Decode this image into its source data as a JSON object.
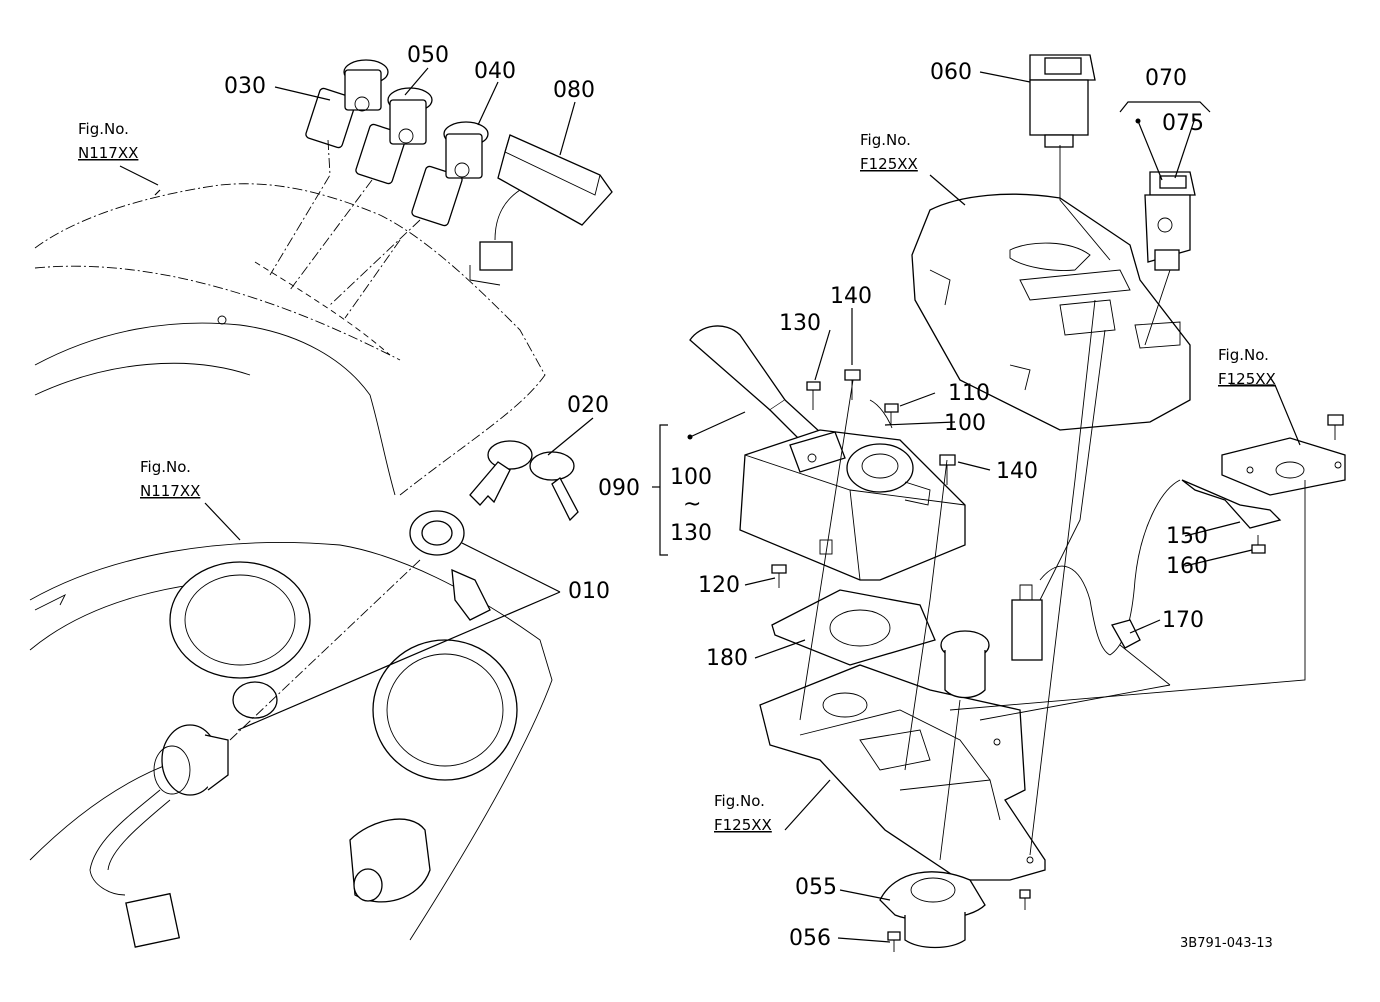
{
  "labels": {
    "p010": "010",
    "p020": "020",
    "p030": "030",
    "p040": "040",
    "p050": "050",
    "p055": "055",
    "p056": "056",
    "p060": "060",
    "p070": "070",
    "p075": "075",
    "p080": "080",
    "p090": "090",
    "p100a": "100",
    "p100b": "100",
    "p110": "110",
    "p120": "120",
    "p130a": "130",
    "p130b": "130",
    "p140a": "140",
    "p140b": "140",
    "p150": "150",
    "p160": "160",
    "p170": "170",
    "p180": "180",
    "tilde": "~"
  },
  "fig_refs": {
    "fig_label": "Fig.No.",
    "n117_top": "N117XX",
    "n117_mid": "N117XX",
    "f125_top": "F125XX",
    "f125_right": "F125XX",
    "f125_bottom": "F125XX"
  },
  "drawing_code": "3B791-043-13"
}
